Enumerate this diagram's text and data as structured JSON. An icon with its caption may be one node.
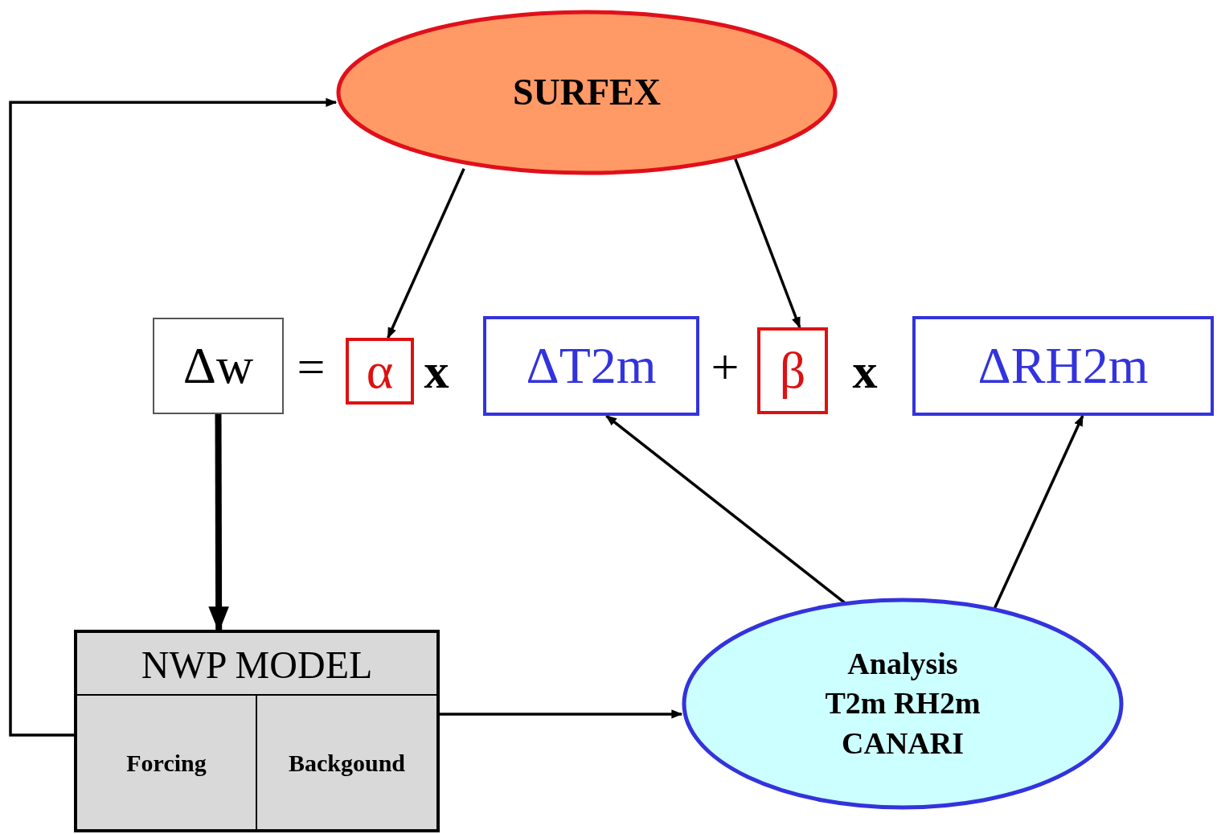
{
  "diagram": {
    "nodes": [
      {
        "text": [
          "SURFEX"
        ]
      },
      {
        "text": [
          "Δw"
        ]
      },
      {
        "text": [
          "α"
        ]
      },
      {
        "text": [
          "ΔT2m"
        ]
      },
      {
        "text": [
          "β"
        ]
      },
      {
        "text": [
          "ΔRH2m"
        ]
      },
      {
        "text": [
          "NWP MODEL"
        ]
      },
      {
        "text": [
          "Forcing"
        ],
        "in": 6
      },
      {
        "text": [
          "Backgound"
        ],
        "in": 6
      },
      {
        "text": [
          "Analysis T2m RH2m CANARI"
        ]
      }
    ],
    "edges": [
      {
        "from": 0,
        "to": 2,
        "arrow": "to"
      },
      {
        "from": 0,
        "to": 4,
        "arrow": "to"
      },
      {
        "from": 1,
        "to": 6,
        "arrow": "to",
        "style": "thick"
      },
      {
        "from": 9,
        "to": 3,
        "arrow": "to"
      },
      {
        "from": 9,
        "to": 5,
        "arrow": "to"
      },
      {
        "from": 6,
        "to": 9,
        "arrow": "to"
      },
      {
        "from": 6,
        "to": 0,
        "arrow": "to"
      }
    ],
    "labels": [
      "=",
      "x",
      "+",
      "x"
    ]
  }
}
